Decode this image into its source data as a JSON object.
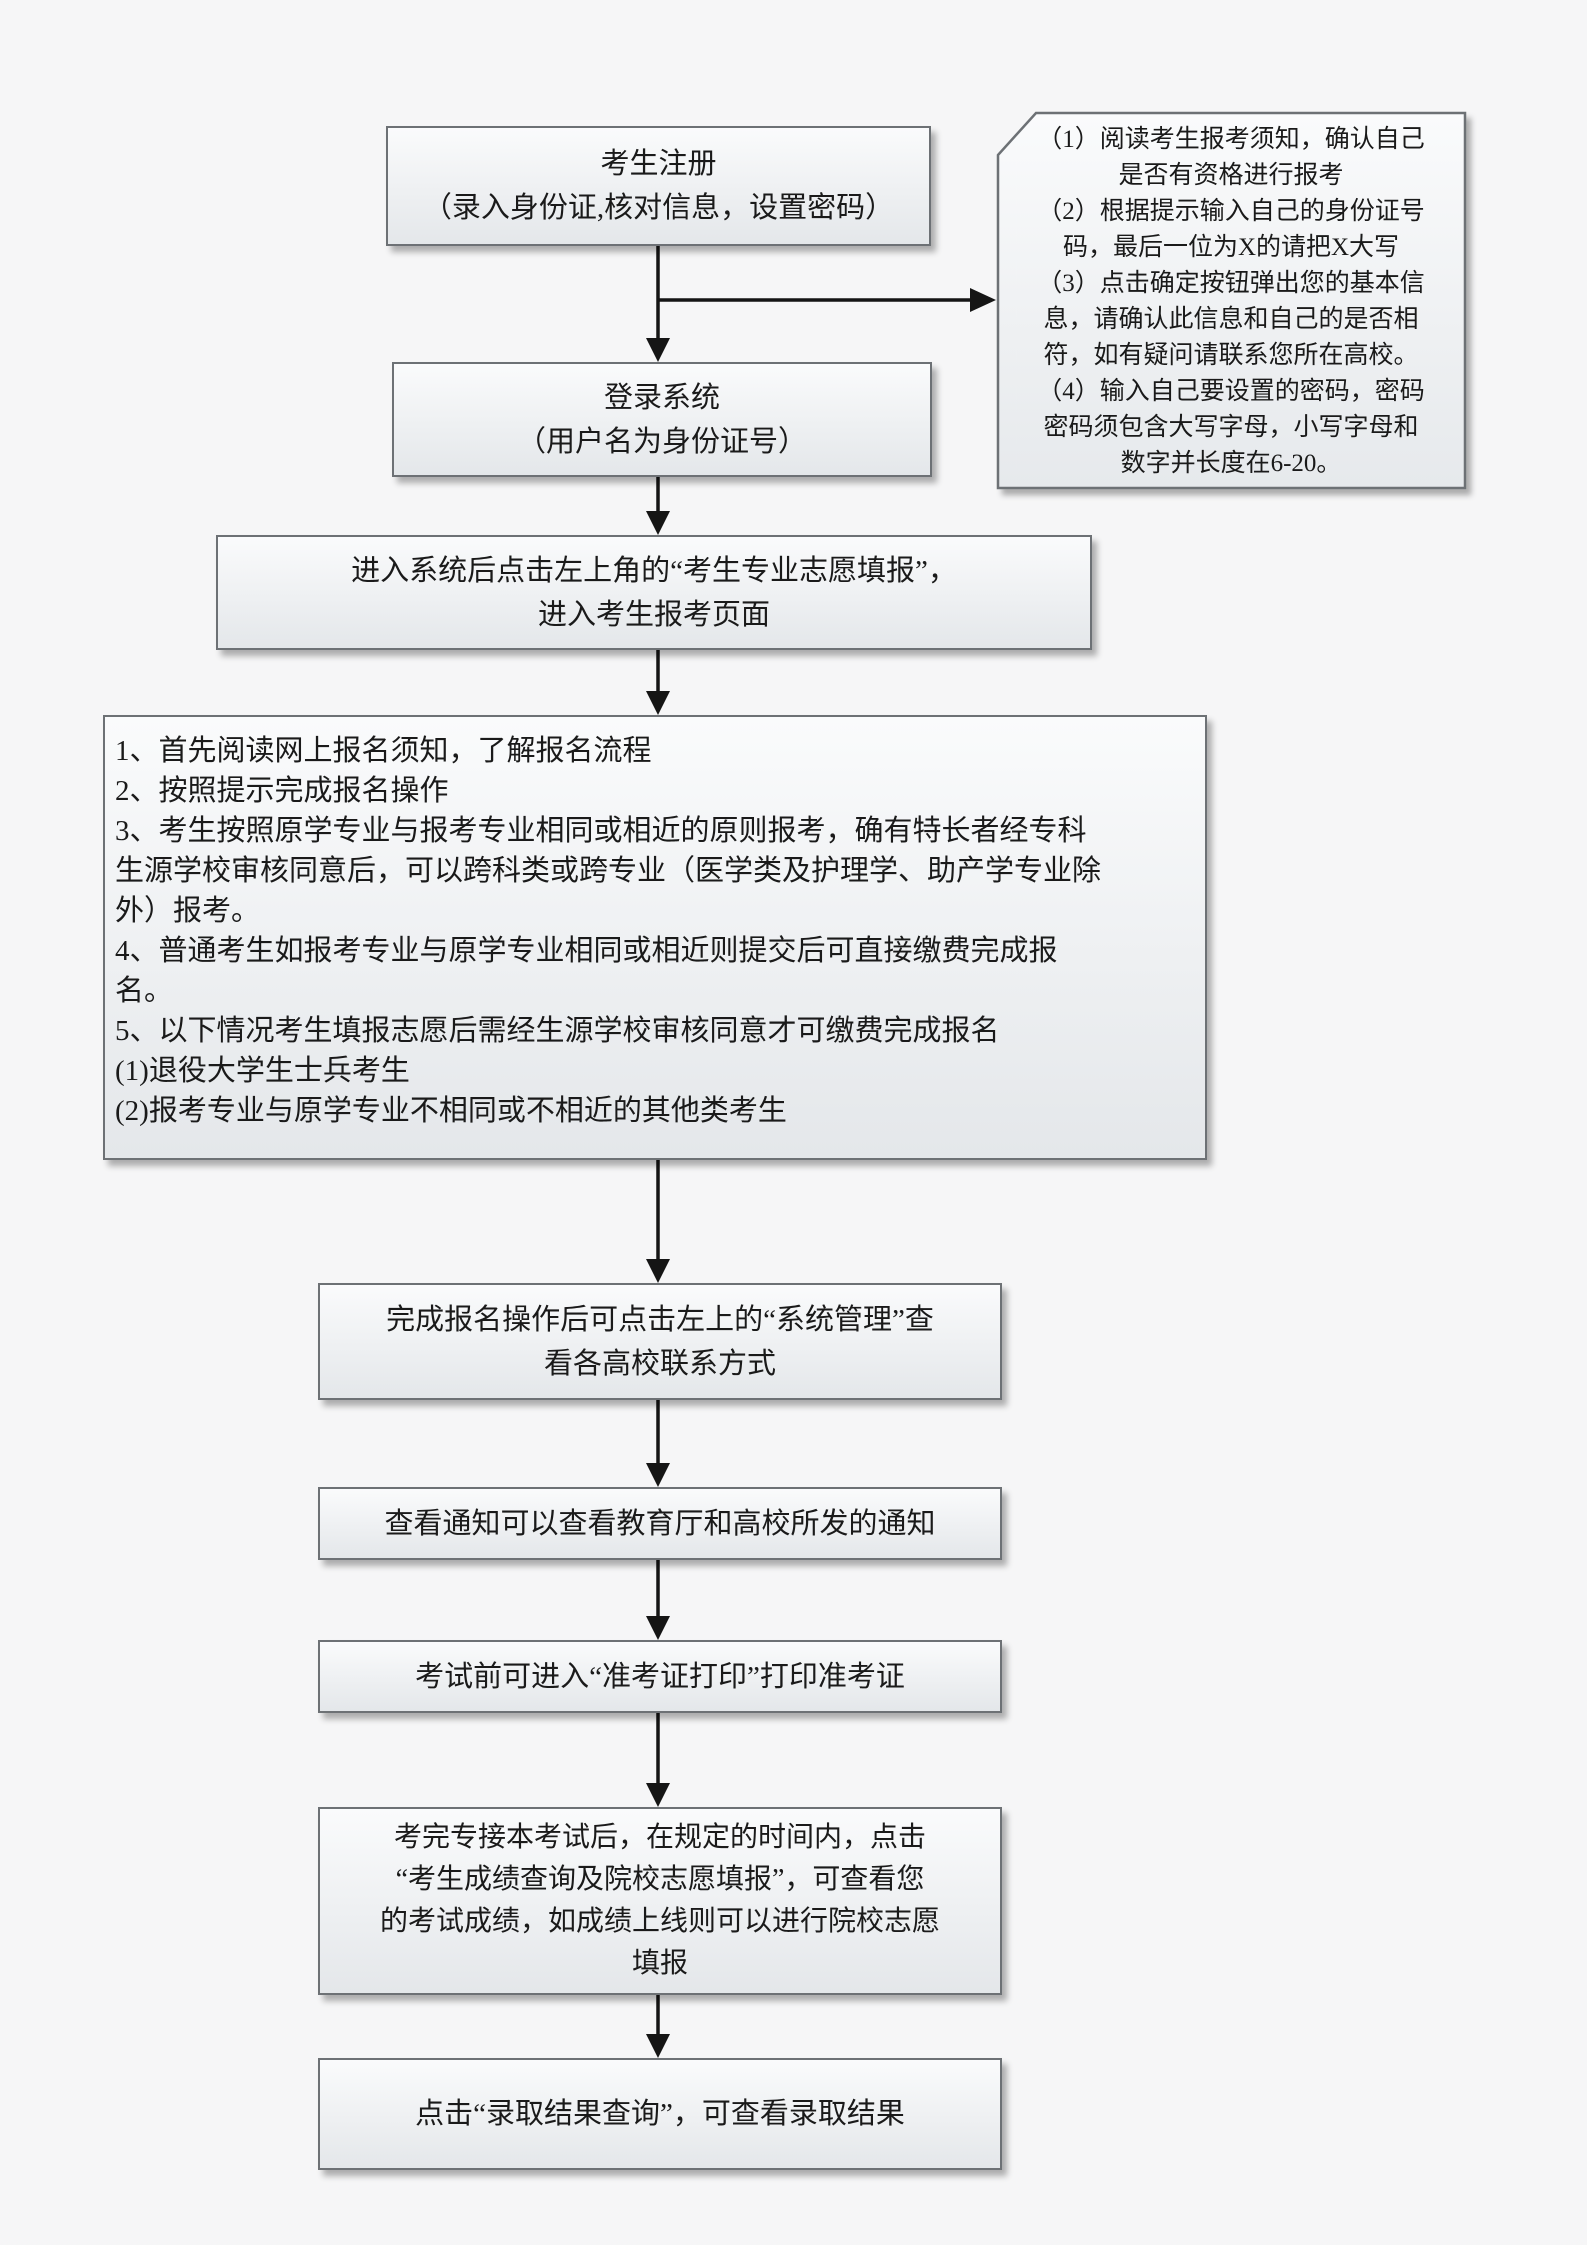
{
  "page": {
    "background": "#f6f6f7",
    "box_border_color": "#6d7175",
    "box_fill_top": "#fafbfc",
    "box_fill_bottom": "#e4e7ea",
    "arrow_color": "#151515",
    "text_color": "#1a1a1a"
  },
  "nodes": {
    "register": {
      "lines": [
        "考生注册",
        "（录入身份证,核对信息，设置密码）"
      ]
    },
    "note": {
      "lines": [
        "（1）阅读考生报考须知，确认自己",
        "是否有资格进行报考",
        "（2）根据提示输入自己的身份证号",
        "码，最后一位为X的请把X大写",
        "（3）点击确定按钮弹出您的基本信",
        "息，请确认此信息和自己的是否相",
        "符，如有疑问请联系您所在高校。",
        "（4）输入自己要设置的密码，密码",
        "密码须包含大写字母，小写字母和",
        "数字并长度在6-20。"
      ]
    },
    "login": {
      "lines": [
        "登录系统",
        "（用户名为身份证号）"
      ]
    },
    "enter_system": {
      "lines": [
        "进入系统后点击左上角的“考生专业志愿填报”，",
        "进入考生报考页面"
      ]
    },
    "instructions": {
      "lines": [
        "1、首先阅读网上报名须知，了解报名流程",
        "2、按照提示完成报名操作",
        "3、考生按照原学专业与报考专业相同或相近的原则报考，确有特长者经专科",
        "生源学校审核同意后，可以跨科类或跨专业（医学类及护理学、助产学专业除",
        "外）报考。",
        "4、普通考生如报考专业与原学专业相同或相近则提交后可直接缴费完成报",
        "名。",
        "5、以下情况考生填报志愿后需经生源学校审核同意才可缴费完成报名",
        "(1)退役大学生士兵考生",
        "(2)报考专业与原学专业不相同或不相近的其他类考生"
      ]
    },
    "system_mgmt": {
      "lines": [
        "完成报名操作后可点击左上的“系统管理”查",
        "看各高校联系方式"
      ]
    },
    "notices": {
      "lines": [
        "查看通知可以查看教育厅和高校所发的通知"
      ]
    },
    "admission_ticket": {
      "lines": [
        "考试前可进入“准考证打印”打印准考证"
      ]
    },
    "score_query": {
      "lines": [
        "考完专接本考试后，在规定的时间内，点击",
        "“考生成绩查询及院校志愿填报”，可查看您",
        "的考试成绩，如成绩上线则可以进行院校志愿",
        "填报"
      ]
    },
    "admission_result": {
      "lines": [
        "点击“录取结果查询”，可查看录取结果"
      ]
    }
  }
}
